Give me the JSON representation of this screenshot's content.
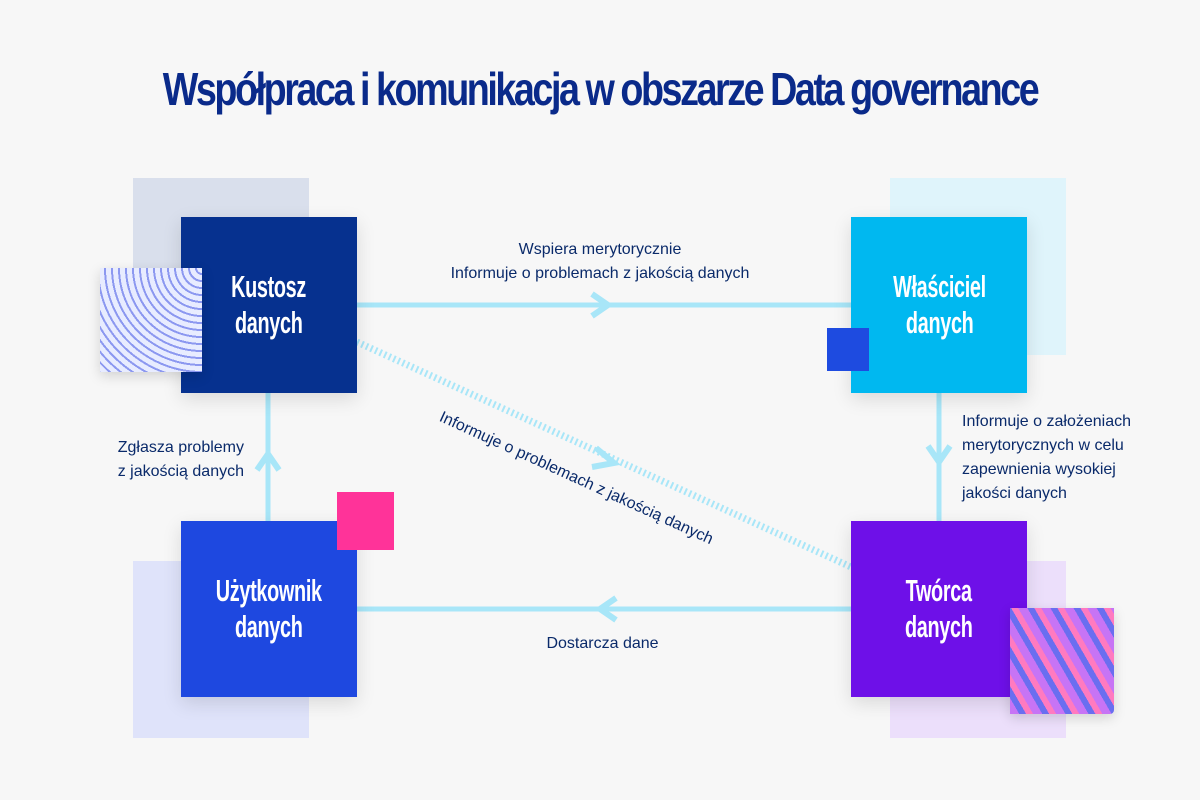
{
  "title": "Współpraca i komunikacja w obszarze Data governance",
  "roles": {
    "kustosz": {
      "line1": "Kustosz",
      "line2": "danych",
      "color": "#06318f"
    },
    "wlasciciel": {
      "line1": "Właściciel",
      "line2": "danych",
      "color": "#00b8f0"
    },
    "uzytkownik": {
      "line1": "Użytkownik",
      "line2": "danych",
      "color": "#1e48e0"
    },
    "tworca": {
      "line1": "Twórca",
      "line2": "danych",
      "color": "#6e10e8"
    }
  },
  "edges": {
    "top": {
      "line1": "Wspiera merytorycznie",
      "line2": "Informuje o problemach z jakością danych"
    },
    "diagonal": "Informuje o problemach z jakością danych",
    "left": {
      "line1": "Zgłasza problemy",
      "line2": "z jakością danych"
    },
    "right": {
      "line1": "Informuje o założeniach",
      "line2": "merytorycznych w celu",
      "line3": "zapewnienia wysokiej",
      "line4": "jakości danych"
    },
    "bottom": "Dostarcza dane"
  }
}
